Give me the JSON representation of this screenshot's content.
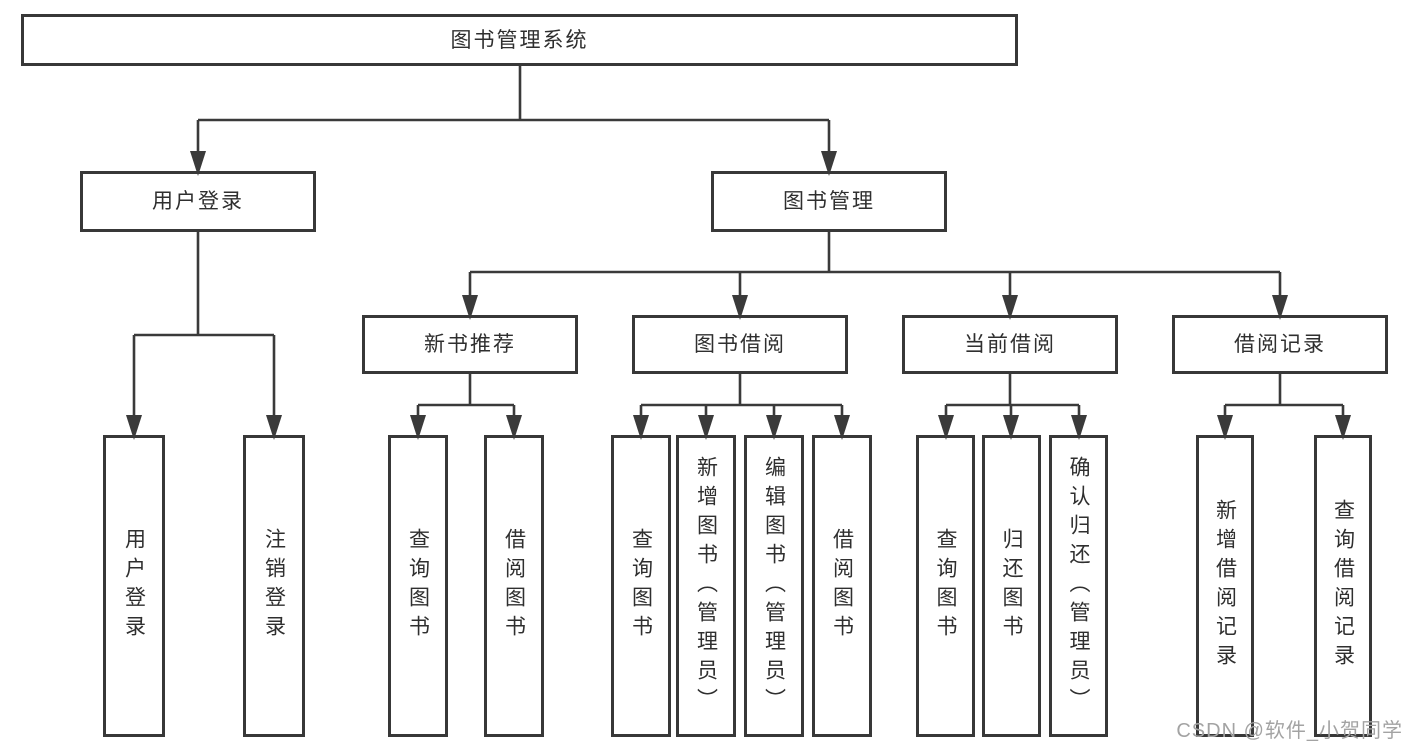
{
  "diagram": {
    "colors": {
      "line": "#3a3a3a",
      "border": "#383838",
      "text": "#2f2f2f",
      "watermark": "#a3a3a3",
      "background": "#ffffff"
    },
    "nodes": {
      "root": {
        "label": "图书管理系统"
      },
      "user_login_group": {
        "label": "用户登录"
      },
      "book_mgmt_group": {
        "label": "图书管理"
      },
      "new_book_rec": {
        "label": "新书推荐"
      },
      "book_borrow": {
        "label": "图书借阅"
      },
      "current_borrow": {
        "label": "当前借阅"
      },
      "borrow_records": {
        "label": "借阅记录"
      },
      "leaf_user_login": {
        "label": "用户登录"
      },
      "leaf_logout": {
        "label": "注销登录"
      },
      "leaf_query_book_1": {
        "label": "查询图书"
      },
      "leaf_borrow_book_1": {
        "label": "借阅图书"
      },
      "leaf_query_book_2": {
        "label": "查询图书"
      },
      "leaf_add_book_admin": {
        "label": "新增图书（管理员）"
      },
      "leaf_edit_book_admin": {
        "label": "编辑图书（管理员）"
      },
      "leaf_borrow_book_2": {
        "label": "借阅图书"
      },
      "leaf_query_book_3": {
        "label": "查询图书"
      },
      "leaf_return_book": {
        "label": "归还图书"
      },
      "leaf_confirm_return_admin": {
        "label": "确认归还（管理员）"
      },
      "leaf_add_borrow_record": {
        "label": "新增借阅记录"
      },
      "leaf_query_borrow_record": {
        "label": "查询借阅记录"
      }
    },
    "watermark": "CSDN @软件_小贺同学"
  }
}
